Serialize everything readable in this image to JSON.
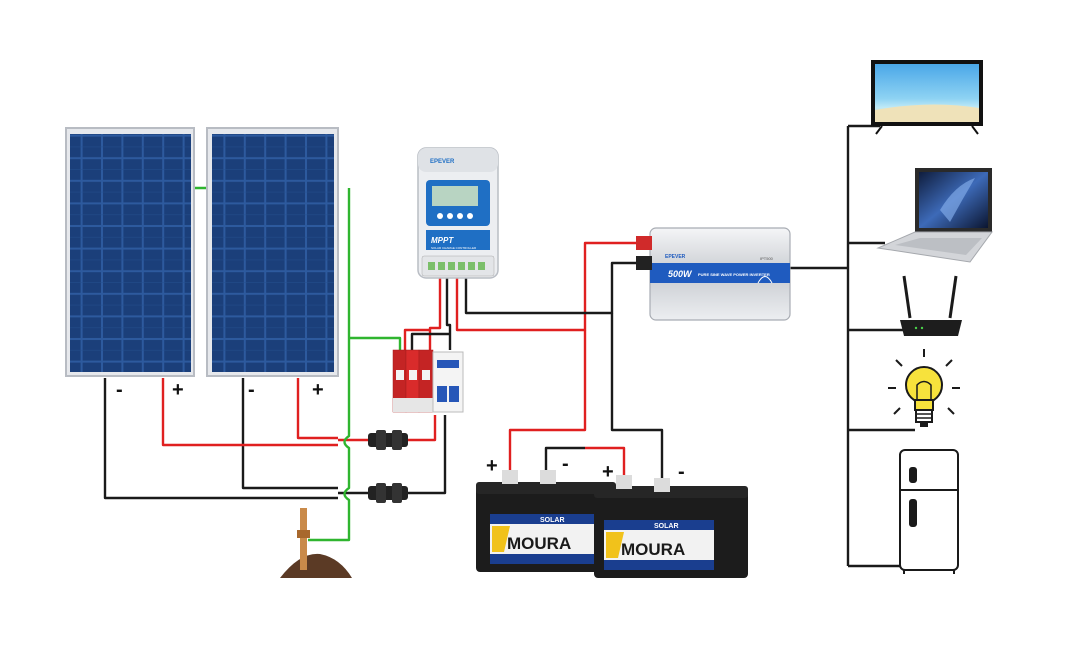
{
  "colors": {
    "positive_wire": "#e02020",
    "negative_wire": "#1a1a1a",
    "ground_wire": "#2fb52f",
    "panel_cell": "#1b3f7a",
    "controller_body": "#e9ecef",
    "controller_accent": "#1f6fc4",
    "inverter_stripe": "#1f5bbf",
    "battery_body": "#1c1c1c",
    "battery_label": "#1a3e8f",
    "spd_red": "#d92b2b",
    "breaker_blue": "#2757b8"
  },
  "panels": [
    {
      "neg_label": "-",
      "pos_label": "+"
    },
    {
      "neg_label": "-",
      "pos_label": "+"
    }
  ],
  "controller": {
    "brand": "EPEVER",
    "label": "MPPT",
    "sublabel": "SOLAR CHARGE CONTROLLER"
  },
  "inverter": {
    "power": "500W",
    "description": "PURE SINE WAVE POWER INVERTER",
    "brand": "EPEVER",
    "model": "IPT500"
  },
  "batteries": [
    {
      "brand": "MOURA",
      "line": "SOLAR",
      "pos_label": "+",
      "neg_label": "-"
    },
    {
      "brand": "MOURA",
      "line": "SOLAR",
      "pos_label": "+",
      "neg_label": "-"
    }
  ],
  "loads": [
    {
      "icon": "tv-icon"
    },
    {
      "icon": "laptop-icon"
    },
    {
      "icon": "router-icon"
    },
    {
      "icon": "light-bulb-icon"
    },
    {
      "icon": "refrigerator-icon"
    }
  ]
}
